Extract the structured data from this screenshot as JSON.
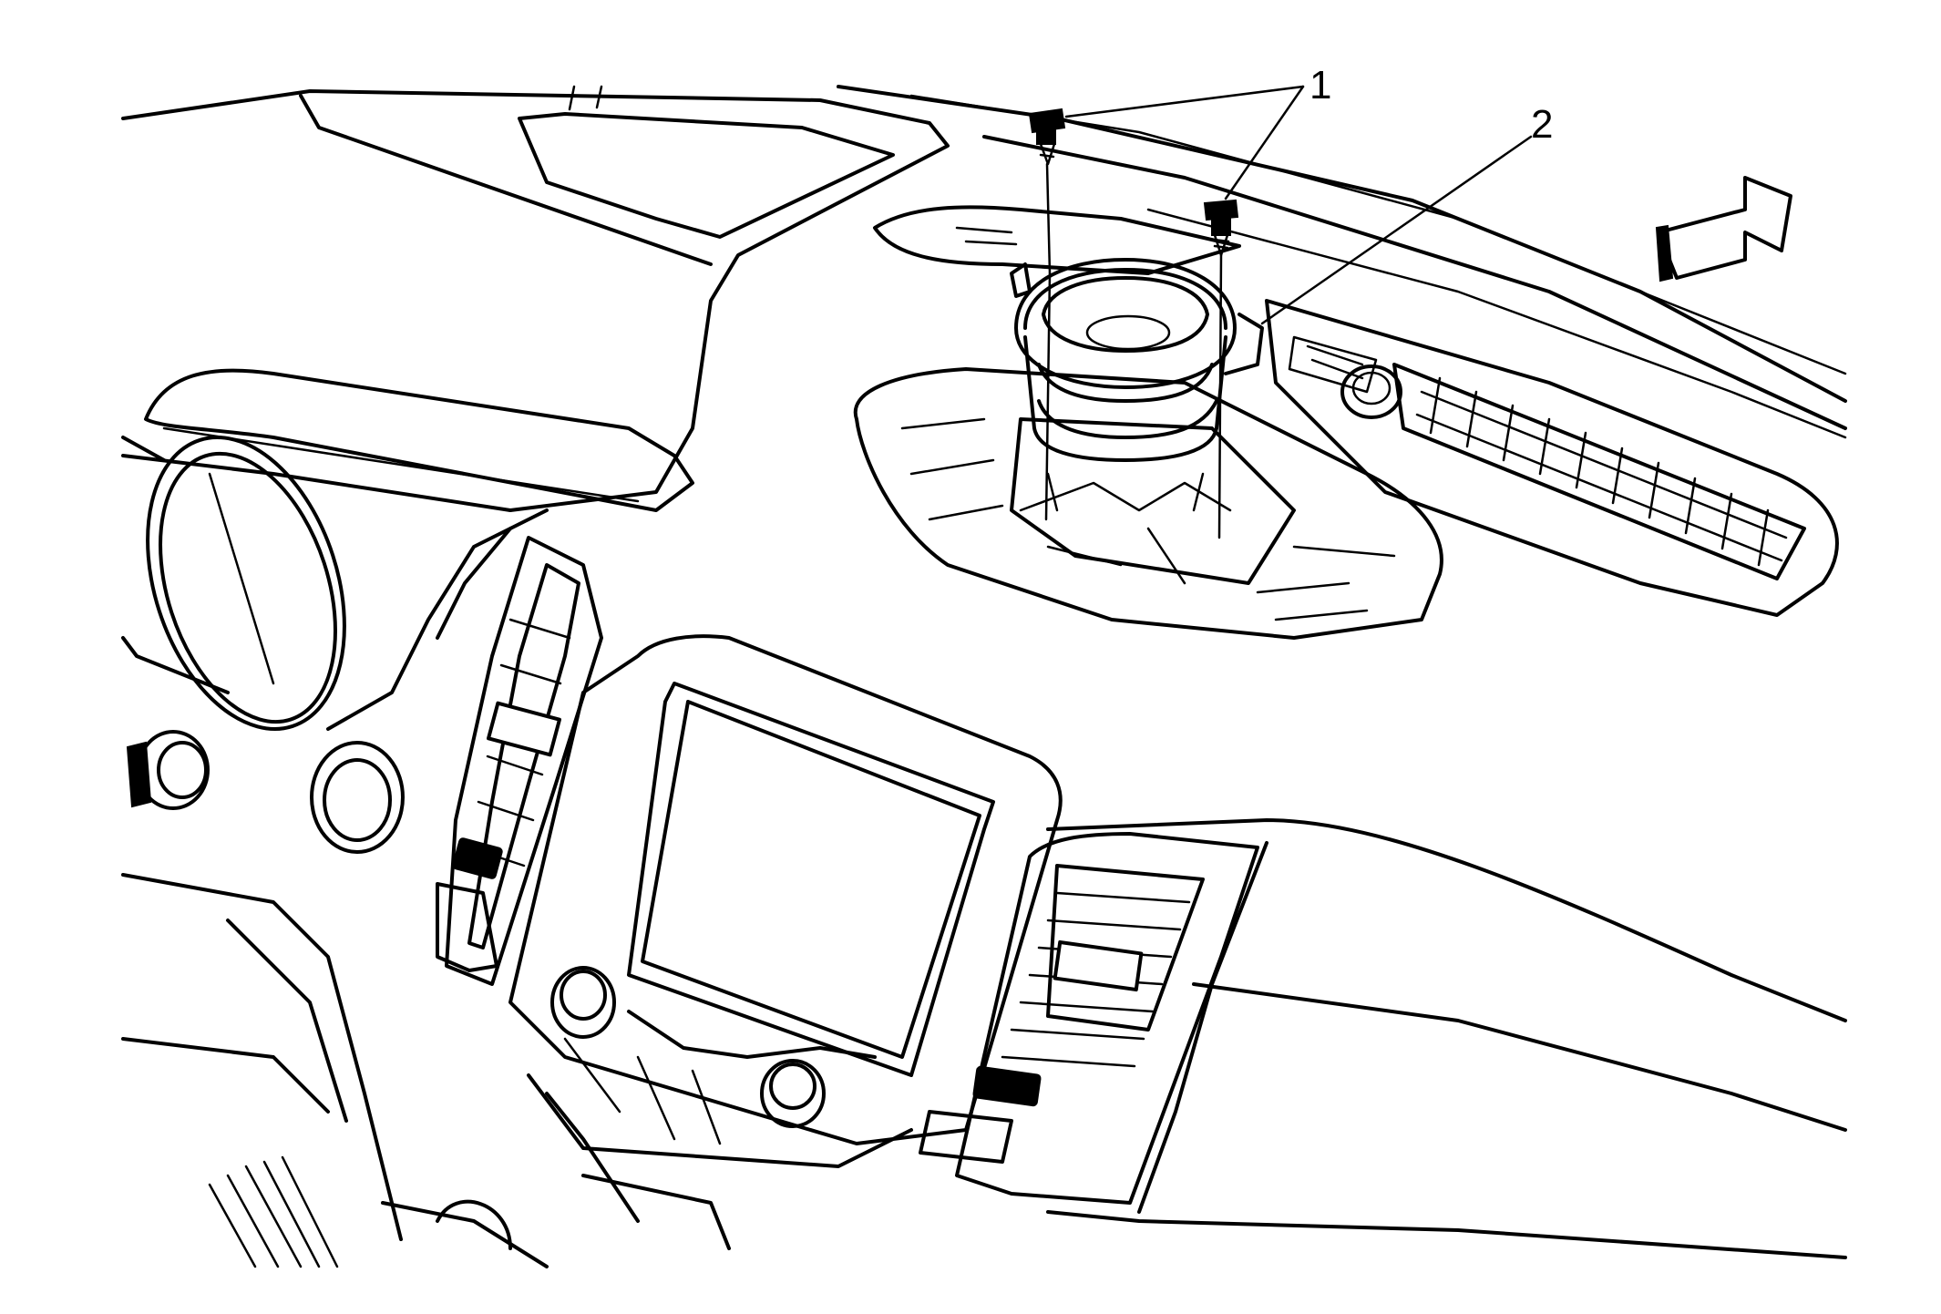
{
  "diagram": {
    "callouts": [
      {
        "id": "1",
        "label": "1"
      },
      {
        "id": "2",
        "label": "2"
      }
    ],
    "colors": {
      "ink": "#000000",
      "paper": "#ffffff"
    },
    "icons": [
      "front-direction-arrow-icon",
      "screw-icon",
      "speaker-icon"
    ]
  }
}
